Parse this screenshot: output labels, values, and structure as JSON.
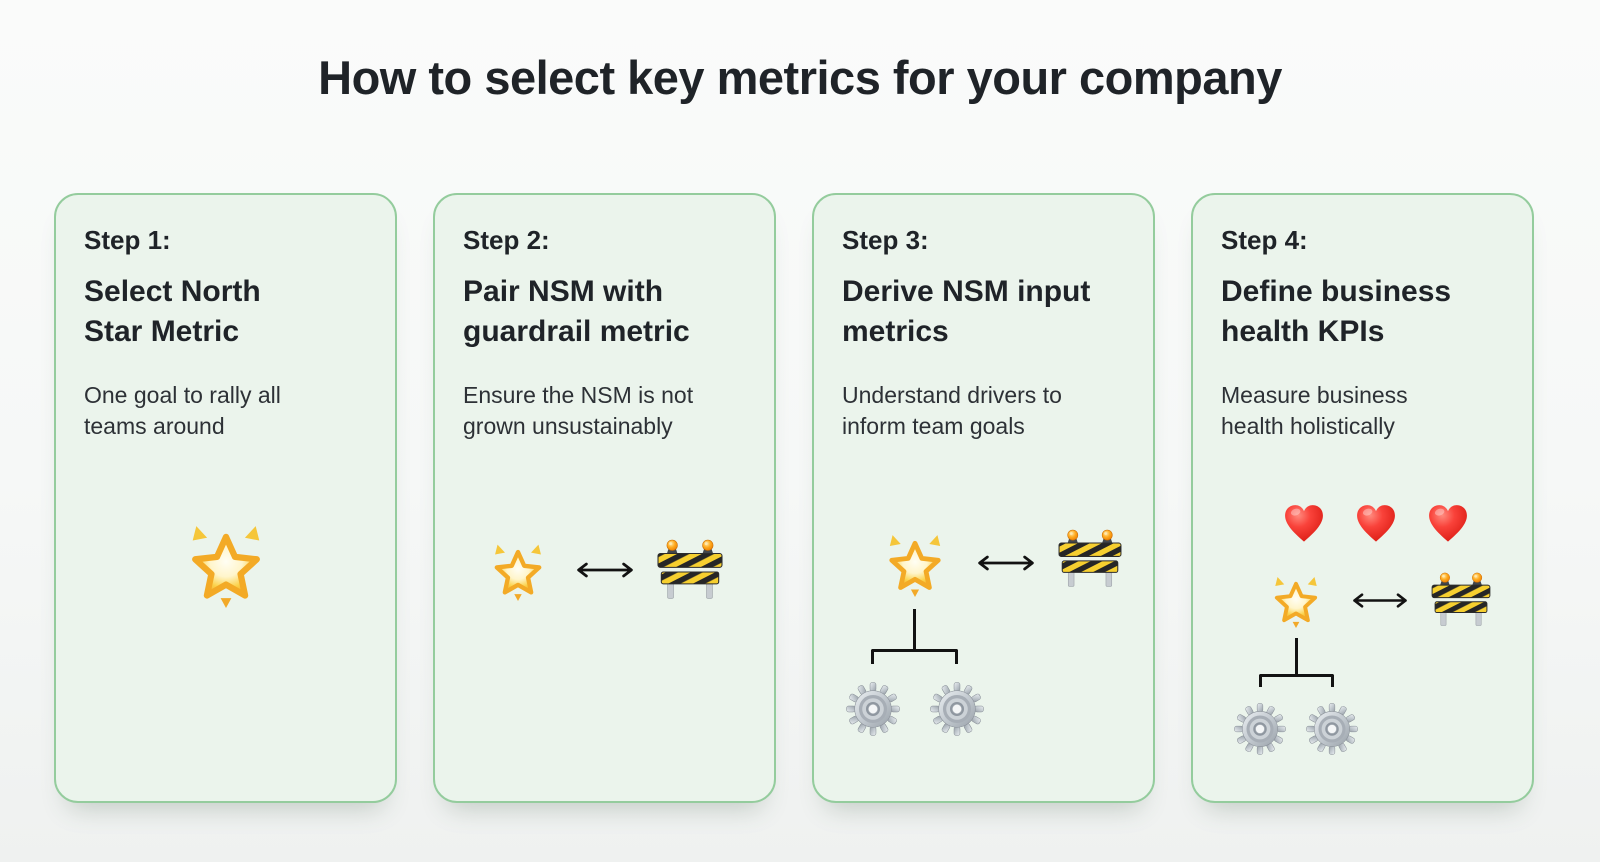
{
  "title": "How to select key metrics for your company",
  "colors": {
    "page_background": "#f7f8f7",
    "card_background": "#ebf4ec",
    "card_border": "#94cc9d",
    "heading_text": "#1f2328",
    "body_text": "#2d3136",
    "connector_black": "#121212",
    "star_gold": "#f0a422",
    "heart_red": "#e02b20",
    "hazard_yellow": "#f6cf2f",
    "hazard_black": "#262626",
    "gear_silver": "#c3cad0"
  },
  "icons": {
    "glowing_star": "🌟",
    "left_right_arrow": "↔",
    "construction_barricade": "🚧",
    "gear": "⚙️",
    "red_heart": "❤️"
  },
  "cards": [
    {
      "step_label": "Step 1:",
      "title": "Select North Star Metric",
      "title_lines": [
        "Select North",
        "Star Metric"
      ],
      "description": "One goal to rally all teams around",
      "description_lines": [
        "One goal to rally all",
        "teams around"
      ]
    },
    {
      "step_label": "Step 2:",
      "title": "Pair NSM with guardrail metric",
      "title_lines": [
        "Pair NSM with",
        "guardrail metric"
      ],
      "description": "Ensure the NSM is not grown unsustainably",
      "description_lines": [
        "Ensure the NSM is not",
        "grown unsustainably"
      ]
    },
    {
      "step_label": "Step 3:",
      "title": "Derive NSM input metrics",
      "title_lines": [
        "Derive NSM input",
        "metrics"
      ],
      "description": "Understand drivers to inform team goals",
      "description_lines": [
        "Understand drivers to",
        "inform team goals"
      ]
    },
    {
      "step_label": "Step 4:",
      "title": "Define business health KPIs",
      "title_lines": [
        "Define business",
        "health KPIs"
      ],
      "description": "Measure business health holistically",
      "description_lines": [
        "Measure business",
        "health holistically"
      ]
    }
  ]
}
